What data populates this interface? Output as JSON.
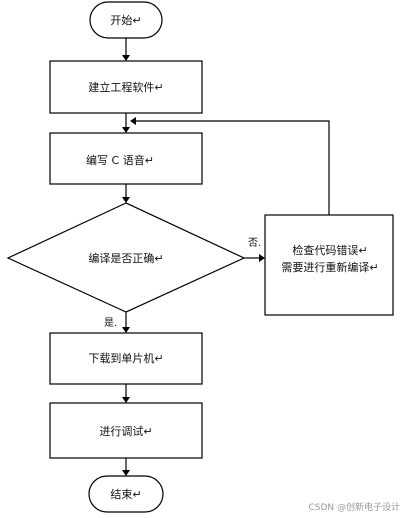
{
  "nodes": {
    "start": "开始↵",
    "create_project": "建立工程软件↵",
    "write_c": "编写 C 语音↵",
    "decision": "编译是否正确↵",
    "error_line1": "检查代码错误↵",
    "error_line2": "需要进行重新编译↵",
    "download": "下载到单片机↵",
    "debug": "进行调试↵",
    "end": "结束↵"
  },
  "edge_labels": {
    "no": "否.",
    "yes": "是."
  },
  "watermark": "CSDN @创新电子设计"
}
